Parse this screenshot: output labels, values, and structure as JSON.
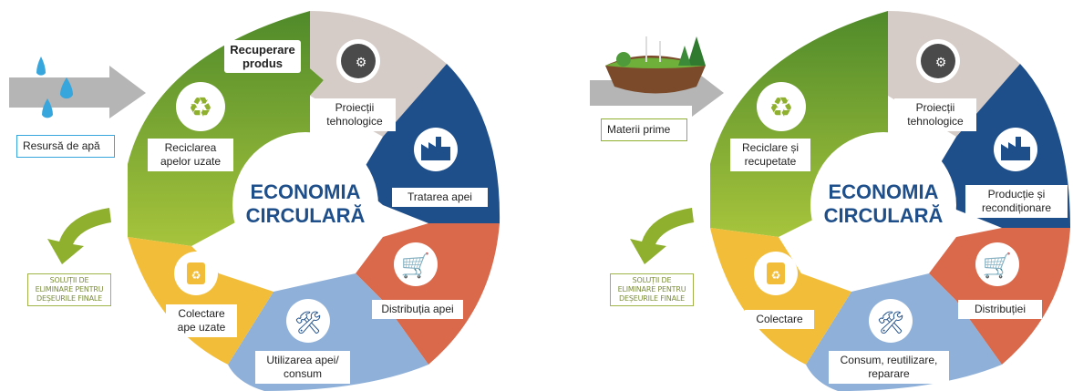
{
  "left": {
    "center_title": [
      "ECONOMIA",
      "CIRCULARĂ"
    ],
    "input_label": "Resursă de apă",
    "output_label": [
      "SOLUȚII DE",
      "ELIMINARE PENTRU",
      "DEȘEURILE FINALE"
    ],
    "segments": {
      "recuperare": [
        "Recuperare",
        "produs"
      ],
      "proiectii": [
        "Proiecții",
        "tehnologice"
      ],
      "tratarea": [
        "Tratarea apei"
      ],
      "distributia": [
        "Distribuția apei"
      ],
      "utilizarea": [
        "Utilizarea apei/",
        "consum"
      ],
      "colectare": [
        "Colectare",
        "ape uzate"
      ],
      "reciclarea": [
        "Reciclarea",
        "apelor uzate"
      ]
    }
  },
  "right": {
    "center_title": [
      "ECONOMIA",
      "CIRCULARĂ"
    ],
    "input_label": "Materii prime",
    "output_label": [
      "SOLUȚII DE",
      "ELIMINARE PENTRU",
      "DEȘEURILE FINALE"
    ],
    "segments": {
      "proiectii": [
        "Proiecții",
        "tehnologice"
      ],
      "productie": [
        "Producție și",
        "recondiționare"
      ],
      "distributiei": [
        "Distribuției"
      ],
      "consum": [
        "Consum, reutilizare,",
        "reparare"
      ],
      "colectare": [
        "Colectare"
      ],
      "reciclare": [
        "Reciclare și",
        "recupetate"
      ]
    }
  },
  "colors": {
    "green_dark": "#5a8a2a",
    "green_light": "#9bbd3a",
    "grey": "#d7ccc8",
    "blue_dark": "#1f4f8a",
    "orange": "#d9694a",
    "blue_light": "#8fb0d8",
    "yellow": "#f2be3a",
    "arrow_grey": "#b0b0b0"
  }
}
